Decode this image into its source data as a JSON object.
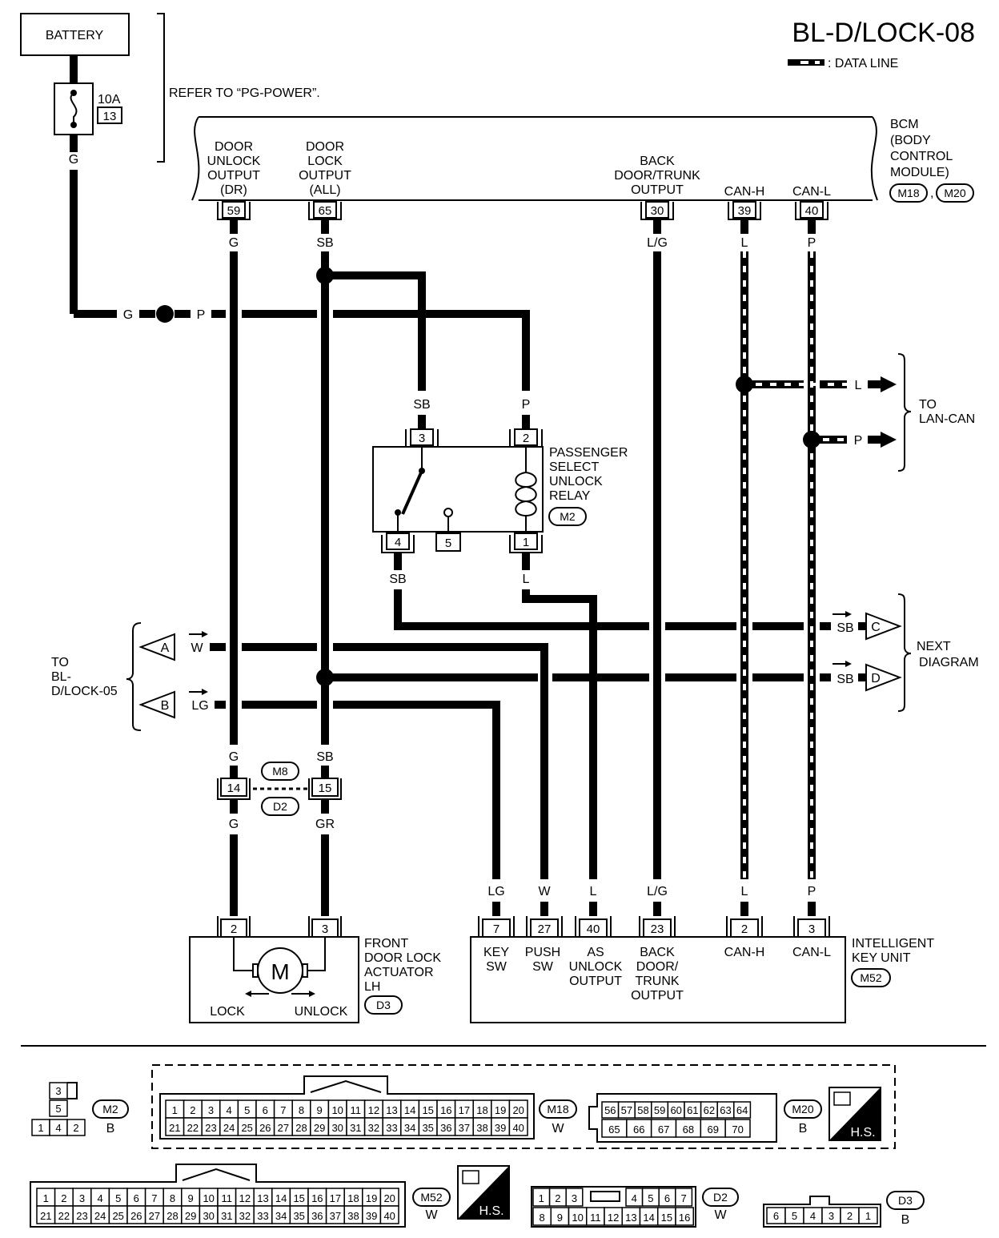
{
  "title": "BL-D/LOCK-08",
  "legend": {
    "data_line": ": DATA LINE"
  },
  "battery": {
    "label": "BATTERY",
    "fuse_rating": "10A",
    "fuse_no": "13",
    "refer": "REFER TO “PG-POWER”."
  },
  "bcm": {
    "name": [
      "BCM",
      "(BODY",
      "CONTROL",
      "MODULE)"
    ],
    "connectors": [
      "M18",
      "M20"
    ],
    "terminals": [
      {
        "pin": "59",
        "label": [
          "DOOR",
          "UNLOCK",
          "OUTPUT",
          "(DR)"
        ],
        "wire": "G"
      },
      {
        "pin": "65",
        "label": [
          "DOOR",
          "LOCK",
          "OUTPUT",
          "(ALL)"
        ],
        "wire": "SB"
      },
      {
        "pin": "30",
        "label": [
          "BACK",
          "DOOR/TRUNK",
          "OUTPUT"
        ],
        "wire": "L/G"
      },
      {
        "pin": "39",
        "label": [
          "CAN-H"
        ],
        "wire": "L"
      },
      {
        "pin": "40",
        "label": [
          "CAN-L"
        ],
        "wire": "P"
      }
    ]
  },
  "splice_colors": {
    "left": "G",
    "right": "P"
  },
  "relay": {
    "name": [
      "PASSENGER",
      "SELECT",
      "UNLOCK",
      "RELAY"
    ],
    "connector": "M2",
    "pins": {
      "p3": "3",
      "p2": "2",
      "p4": "4",
      "p5": "5",
      "p1": "1"
    },
    "wires": {
      "p3": "SB",
      "p2": "P",
      "p4": "SB",
      "p1": "L"
    }
  },
  "lan_can": {
    "label": [
      "TO",
      "LAN-CAN"
    ],
    "wires": [
      "L",
      "P"
    ]
  },
  "next_diagram": {
    "label": [
      "NEXT",
      "DIAGRAM"
    ],
    "c": {
      "id": "C",
      "wire": "SB"
    },
    "d": {
      "id": "D",
      "wire": "SB"
    }
  },
  "to_bl": {
    "label": [
      "TO",
      "BL-",
      "D/LOCK-05"
    ],
    "a": {
      "id": "A",
      "wire": "W"
    },
    "b": {
      "id": "B",
      "wire": "LG"
    }
  },
  "joint": {
    "connectors": [
      "M8",
      "D2"
    ],
    "pins": [
      "14",
      "15"
    ],
    "wires_top": [
      "G",
      "SB"
    ],
    "wires_bottom": [
      "G",
      "GR"
    ]
  },
  "actuator": {
    "name": [
      "FRONT",
      "DOOR LOCK",
      "ACTUATOR",
      "LH"
    ],
    "connector": "D3",
    "pins": [
      "2",
      "3"
    ],
    "motor": "M",
    "lock": "LOCK",
    "unlock": "UNLOCK"
  },
  "iku": {
    "name": [
      "INTELLIGENT",
      "KEY UNIT"
    ],
    "connector": "M52",
    "terminals": [
      {
        "pin": "7",
        "label": [
          "KEY",
          "SW"
        ],
        "wire": "LG"
      },
      {
        "pin": "27",
        "label": [
          "PUSH",
          "SW"
        ],
        "wire": "W"
      },
      {
        "pin": "40",
        "label": [
          "AS",
          "UNLOCK",
          "OUTPUT"
        ],
        "wire": "L"
      },
      {
        "pin": "23",
        "label": [
          "BACK",
          "DOOR/",
          "TRUNK",
          "OUTPUT"
        ],
        "wire": "L/G"
      },
      {
        "pin": "2",
        "label": [
          "CAN-H"
        ],
        "wire": "L"
      },
      {
        "pin": "3",
        "label": [
          "CAN-L"
        ],
        "wire": "P"
      }
    ]
  },
  "connector_views": {
    "m2": {
      "id": "M2",
      "color": "B",
      "rows": [
        [
          "3"
        ],
        [
          "5"
        ],
        [
          "1",
          "4",
          "2"
        ]
      ]
    },
    "m18": {
      "id": "M18",
      "color": "W",
      "rows": [
        [
          "1",
          "2",
          "3",
          "4",
          "5",
          "6",
          "7",
          "8",
          "9",
          "10",
          "11",
          "12",
          "13",
          "14",
          "15",
          "16",
          "17",
          "18",
          "19",
          "20"
        ],
        [
          "21",
          "22",
          "23",
          "24",
          "25",
          "26",
          "27",
          "28",
          "29",
          "30",
          "31",
          "32",
          "33",
          "34",
          "35",
          "36",
          "37",
          "38",
          "39",
          "40"
        ]
      ]
    },
    "m20": {
      "id": "M20",
      "color": "B",
      "rows": [
        [
          "56",
          "57",
          "58",
          "59",
          "60",
          "61",
          "62",
          "63",
          "64"
        ],
        [
          "65",
          "66",
          "67",
          "68",
          "69",
          "70"
        ]
      ]
    },
    "m52": {
      "id": "M52",
      "color": "W",
      "rows": [
        [
          "1",
          "2",
          "3",
          "4",
          "5",
          "6",
          "7",
          "8",
          "9",
          "10",
          "11",
          "12",
          "13",
          "14",
          "15",
          "16",
          "17",
          "18",
          "19",
          "20"
        ],
        [
          "21",
          "22",
          "23",
          "24",
          "25",
          "26",
          "27",
          "28",
          "29",
          "30",
          "31",
          "32",
          "33",
          "34",
          "35",
          "36",
          "37",
          "38",
          "39",
          "40"
        ]
      ]
    },
    "d2": {
      "id": "D2",
      "color": "W",
      "rows": [
        [
          "1",
          "2",
          "3",
          "4",
          "5",
          "6",
          "7"
        ],
        [
          "8",
          "9",
          "10",
          "11",
          "12",
          "13",
          "14",
          "15",
          "16"
        ]
      ]
    },
    "d3": {
      "id": "D3",
      "color": "B",
      "rows": [
        [
          "6",
          "5",
          "4",
          "3",
          "2",
          "1"
        ]
      ]
    },
    "hs": "H.S."
  }
}
